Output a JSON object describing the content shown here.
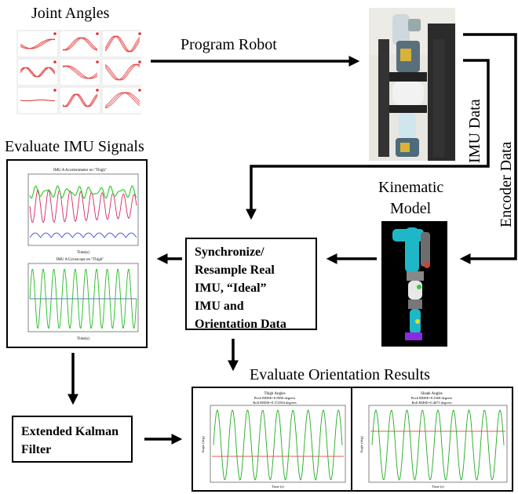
{
  "labels": {
    "joint_angles": "Joint Angles",
    "program_robot": "Program Robot",
    "imu_data": "IMU Data",
    "encoder_data": "Encoder Data",
    "kinematic_model_line1": "Kinematic",
    "kinematic_model_line2": "Model",
    "evaluate_imu": "Evaluate IMU Signals",
    "evaluate_orientation": "Evaluate Orientation Results"
  },
  "sync_box": {
    "line1": "Synchronize/",
    "line2": "Resample Real",
    "line3": "IMU, “Ideal”",
    "line4": "IMU and",
    "line5": "Orientation Data"
  },
  "ekf_box": {
    "line1": "Extended Kalman",
    "line2": "Filter"
  },
  "imu_plots": {
    "accel_title": "IMU A Accelerometer on \"Thigh\"",
    "gyro_title": "IMU A Gyroscope on \"Thigh\"",
    "xlabel": "Time(s)"
  },
  "orientation_plots": {
    "thigh_title": "Thigh Angles",
    "thigh_sub1": "Pitch RMSE=0.8850 degrees",
    "thigh_sub2": "Roll RMSE=0.372584 degrees",
    "shank_title": "Shank Angles",
    "shank_sub1": "Pitch RMSE=0.4368 degrees",
    "shank_sub2": "Roll RMSE=0.4675 degrees",
    "xlabel": "Time (s)",
    "ylabel": "Angle (deg)"
  },
  "colors": {
    "arrow": "#000000",
    "joint_trace": "#e03030",
    "accel_red": "#d0104a",
    "accel_green": "#33cc33",
    "accel_blue": "#1a3ccc",
    "gyro_green": "#22bb22",
    "orient_green": "#22aa22",
    "orient_red": "#dd2222",
    "robot_model_cyan": "#1fb7c7"
  }
}
